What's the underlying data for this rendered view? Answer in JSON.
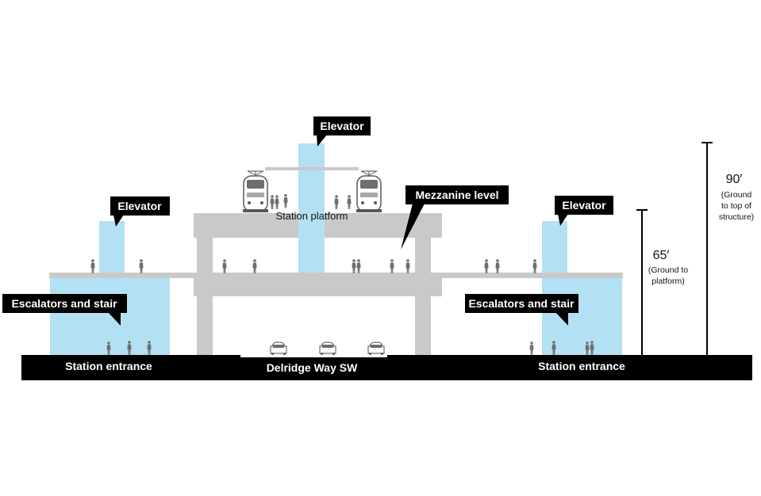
{
  "colors": {
    "structure": "#c9c9ca",
    "glass": "#b3e1f3",
    "ground": "#000000",
    "callout_bg": "#000000",
    "callout_text": "#ffffff",
    "people": "#6d6e71",
    "road": "#ffffff"
  },
  "callouts": {
    "elevator_left": "Elevator",
    "elevator_center": "Elevator",
    "elevator_right": "Elevator",
    "mezzanine": "Mezzanine level",
    "escalators_left": "Escalators and stair",
    "escalators_right": "Escalators and stair"
  },
  "labels": {
    "station_platform": "Station platform",
    "entrance_left": "Station entrance",
    "entrance_right": "Station entrance",
    "street": "Delridge Way SW"
  },
  "dimensions": {
    "platform": {
      "value": "65′",
      "line1": "(Ground to",
      "line2": "platform)"
    },
    "structure": {
      "value": "90′",
      "line1": "(Ground",
      "line2": "to top of",
      "line3": "structure)"
    }
  },
  "icons": {
    "train": "train-icon",
    "car": "car-icon",
    "person": "person-icon"
  }
}
